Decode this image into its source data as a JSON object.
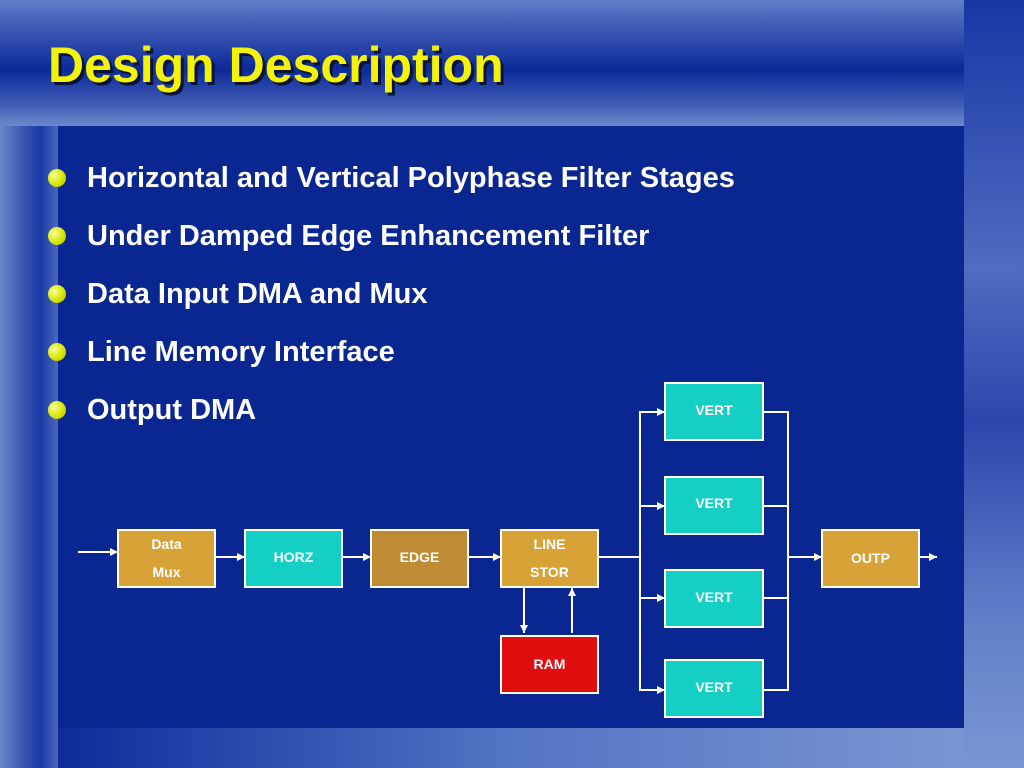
{
  "title": "Design Description",
  "bullets": [
    "Horizontal and Vertical Polyphase Filter Stages",
    "Under Damped Edge Enhancement Filter",
    "Data Input DMA and Mux",
    "Line Memory Interface",
    "Output DMA"
  ],
  "diagram": {
    "blocks": {
      "data_mux": [
        "Data",
        "Mux"
      ],
      "horz": [
        "HORZ"
      ],
      "edge": [
        "EDGE"
      ],
      "line_stor": [
        "LINE",
        "STOR"
      ],
      "ram": [
        "RAM"
      ],
      "vert_1": [
        "VERT"
      ],
      "vert_2": [
        "VERT"
      ],
      "vert_3": [
        "VERT"
      ],
      "vert_4": [
        "VERT"
      ],
      "outp": [
        "OUTP"
      ]
    },
    "colors": {
      "data_mux": "#d8a336",
      "horz": "#16cfc4",
      "edge": "#c08b35",
      "line_stor": "#d8a336",
      "ram": "#e00e0e",
      "vert": "#16cfc4",
      "outp": "#d8a336"
    }
  }
}
